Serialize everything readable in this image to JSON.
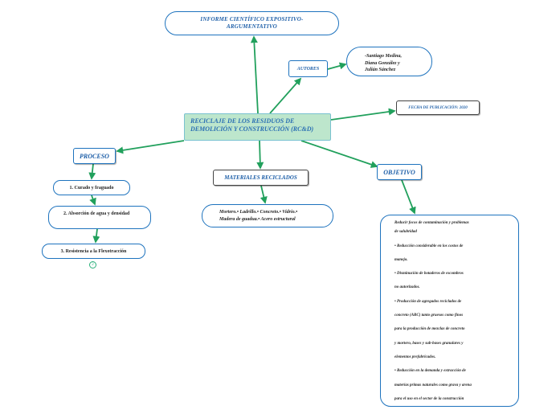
{
  "title": "Informe científico expositivo-argumentativo",
  "authors_label": "AUTORES",
  "authors_lines": [
    "-Santiago Medina,",
    "Diana González y",
    "Julián Sánchez"
  ],
  "date_label": "FECHA DE PUBLICACIÓN: 2020",
  "central_lines": [
    "RECICLAJE DE LOS RESIDUOS DE",
    "DEMOLICIÓN Y CONSTRUCCIÓN (RC&D)"
  ],
  "process": {
    "label": "PROCESO",
    "steps": [
      "1. Curado y fraguado",
      "2. Absorción de agua y densidad",
      "3. Resistencia a la Flexotracción"
    ],
    "counter": "2"
  },
  "materials": {
    "label": "MATERIALES RECICLADOS",
    "lines": [
      "Mortero.• Ladrillo.• Concreto.• Vidrio.•",
      "Madera de guadua.• Acero estructural"
    ]
  },
  "objective": {
    "label": "OBJETIVO",
    "lines": [
      "Reducir focos de contaminación y problemas",
      "de salubridad",
      "• Reducción considerable en los costos de",
      "manejo.",
      "• Disminución de botaderos de escombros",
      "no autorizados.",
      "• Producción de agregados reciclados de",
      "concreto (ARC) tanto gruesos como finos",
      "para la producción de mezclas de concreto",
      "y mortero, bases y sub-bases granulares y",
      "elementos prefabricados.",
      "• Reducción en la demanda y extracción de",
      "materias primas naturales como grava y arena",
      "para el uso en el sector de la construcción"
    ]
  },
  "colors": {
    "connector": "#21a05c",
    "node_border": "#1e73be",
    "central_fill": "#bde6cc",
    "central_text": "#2a6fb3"
  }
}
